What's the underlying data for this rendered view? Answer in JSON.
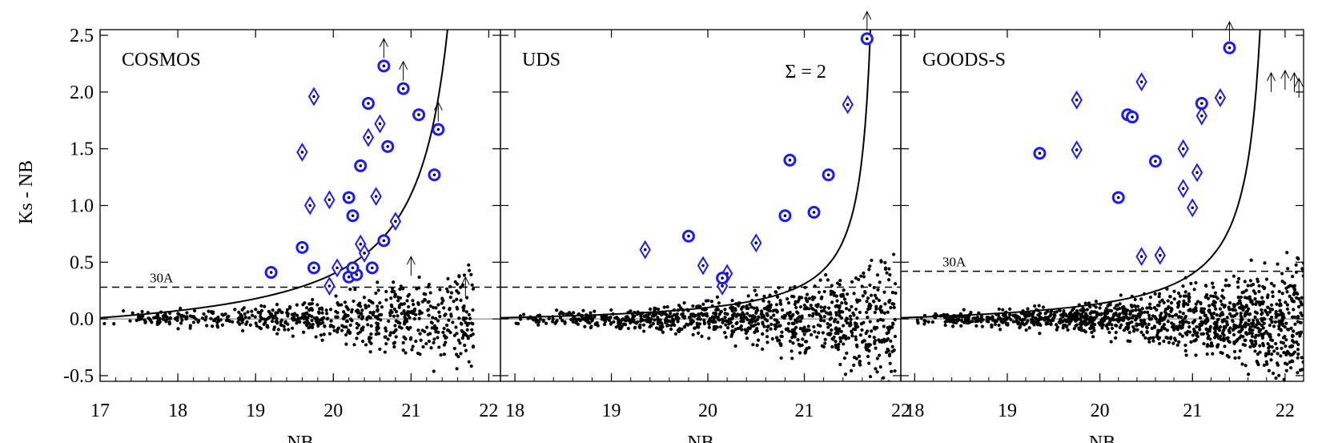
{
  "figure": {
    "ylabel": "Ks - NB",
    "ylim": [
      -0.55,
      2.55
    ],
    "yticks": [
      -0.5,
      0.0,
      0.5,
      1.0,
      1.5,
      2.0,
      2.5
    ],
    "ytick_labels": [
      "-0.5",
      "0.0",
      "0.5",
      "1.0",
      "1.5",
      "2.0",
      "2.5"
    ],
    "grid": false
  },
  "colors": {
    "highlight": "#1a1aff",
    "points": "#000000",
    "curve": "#000000"
  },
  "chart_data": [
    {
      "type": "scatter",
      "panel_label": "COSMOS",
      "xlabel": "NB",
      "xlim": [
        17,
        22.15
      ],
      "xticks": [
        17,
        18,
        19,
        20,
        21,
        22
      ],
      "xtick_labels": [
        "17",
        "18",
        "19",
        "20",
        "21",
        "22"
      ],
      "hline_label": "30A",
      "hline_y": 0.28,
      "sigma_label": "",
      "curve_A": 1.2,
      "curve_m0": 21.9,
      "circles": [
        [
          19.2,
          0.41
        ],
        [
          19.6,
          0.63
        ],
        [
          19.75,
          0.45
        ],
        [
          20.2,
          1.07
        ],
        [
          20.25,
          0.91
        ],
        [
          20.2,
          0.37
        ],
        [
          20.3,
          0.39
        ],
        [
          20.25,
          0.45
        ],
        [
          20.35,
          1.35
        ],
        [
          20.45,
          1.9
        ],
        [
          20.5,
          0.45
        ],
        [
          20.65,
          0.69
        ],
        [
          20.7,
          1.52
        ],
        [
          20.65,
          2.23
        ],
        [
          20.9,
          2.03
        ],
        [
          21.1,
          1.8
        ],
        [
          21.3,
          1.27
        ],
        [
          21.35,
          1.67
        ]
      ],
      "diamonds": [
        [
          19.6,
          1.47
        ],
        [
          19.7,
          1.0
        ],
        [
          19.75,
          1.96
        ],
        [
          19.95,
          1.05
        ],
        [
          19.95,
          0.29
        ],
        [
          20.05,
          0.45
        ],
        [
          20.35,
          0.66
        ],
        [
          20.4,
          0.58
        ],
        [
          20.45,
          1.6
        ],
        [
          20.55,
          1.08
        ],
        [
          20.6,
          1.72
        ],
        [
          20.8,
          0.86
        ]
      ],
      "arrows": [
        [
          20.65,
          2.3
        ],
        [
          20.9,
          2.1
        ],
        [
          21.35,
          1.74
        ],
        [
          21.0,
          0.38
        ],
        [
          21.7,
          0.2
        ]
      ],
      "scatter_xmax": 21.8,
      "seed": 11,
      "n": 700
    },
    {
      "type": "scatter",
      "panel_label": "UDS",
      "xlabel": "NB",
      "xlim": [
        17.85,
        22.0
      ],
      "xticks": [
        18,
        19,
        20,
        21,
        22
      ],
      "xtick_labels": [
        "18",
        "19",
        "20",
        "21",
        "22"
      ],
      "hline_label": "",
      "hline_y": 0.28,
      "sigma_label": "Σ = 2",
      "curve_A": 0.3,
      "curve_m0": 21.8,
      "circles": [
        [
          19.8,
          0.73
        ],
        [
          20.15,
          0.36
        ],
        [
          20.8,
          0.91
        ],
        [
          20.85,
          1.4
        ],
        [
          21.1,
          0.94
        ],
        [
          21.25,
          1.27
        ],
        [
          21.65,
          2.47
        ]
      ],
      "diamonds": [
        [
          19.35,
          0.61
        ],
        [
          19.95,
          0.47
        ],
        [
          20.15,
          0.29
        ],
        [
          20.2,
          0.4
        ],
        [
          20.5,
          0.67
        ],
        [
          21.45,
          1.89
        ]
      ],
      "arrows": [
        [
          21.65,
          2.54
        ]
      ],
      "scatter_xmax": 21.95,
      "seed": 23,
      "n": 1000
    },
    {
      "type": "scatter",
      "panel_label": "GOODS-S",
      "xlabel": "NB",
      "xlim": [
        17.85,
        22.2
      ],
      "xticks": [
        18,
        19,
        20,
        21,
        22
      ],
      "xtick_labels": [
        "18",
        "19",
        "20",
        "21",
        "22"
      ],
      "hline_label": "30A",
      "hline_y": 0.42,
      "sigma_label": "",
      "curve_A": 0.45,
      "curve_m0": 21.9,
      "circles": [
        [
          19.35,
          1.46
        ],
        [
          20.2,
          1.07
        ],
        [
          20.3,
          1.8
        ],
        [
          20.35,
          1.78
        ],
        [
          20.6,
          1.39
        ],
        [
          21.1,
          1.9
        ],
        [
          21.4,
          2.39
        ]
      ],
      "diamonds": [
        [
          19.75,
          1.93
        ],
        [
          19.75,
          1.49
        ],
        [
          20.45,
          2.09
        ],
        [
          20.45,
          0.55
        ],
        [
          20.65,
          0.56
        ],
        [
          20.9,
          1.15
        ],
        [
          20.9,
          1.5
        ],
        [
          21.0,
          0.98
        ],
        [
          21.05,
          1.29
        ],
        [
          21.1,
          1.79
        ],
        [
          21.3,
          1.95
        ]
      ],
      "arrows": [
        [
          21.4,
          2.45
        ],
        [
          21.85,
          2.0
        ],
        [
          22.0,
          2.02
        ],
        [
          22.1,
          2.0
        ],
        [
          22.15,
          1.95
        ]
      ],
      "scatter_xmax": 22.2,
      "seed": 37,
      "n": 1300
    }
  ]
}
